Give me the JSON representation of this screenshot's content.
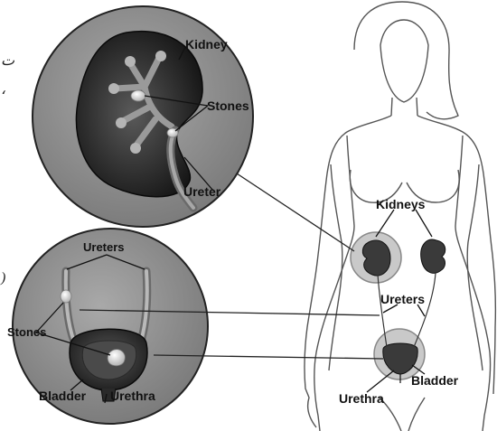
{
  "kidney_inset": {
    "kidney_label": "Kidney",
    "stones_label": "Stones",
    "ureter_label": "Ureter"
  },
  "bladder_inset": {
    "ureters_label": "Ureters",
    "stones_label": "Stones",
    "bladder_label": "Bladder",
    "urethra_label": "Urethra"
  },
  "body_figure": {
    "kidneys_label": "Kidneys",
    "ureters_label": "Ureters",
    "bladder_label": "Bladder",
    "urethra_label": "Urethra"
  },
  "edge_fragments": {
    "top": "ت",
    "top_dot": "،",
    "middle": ")"
  }
}
